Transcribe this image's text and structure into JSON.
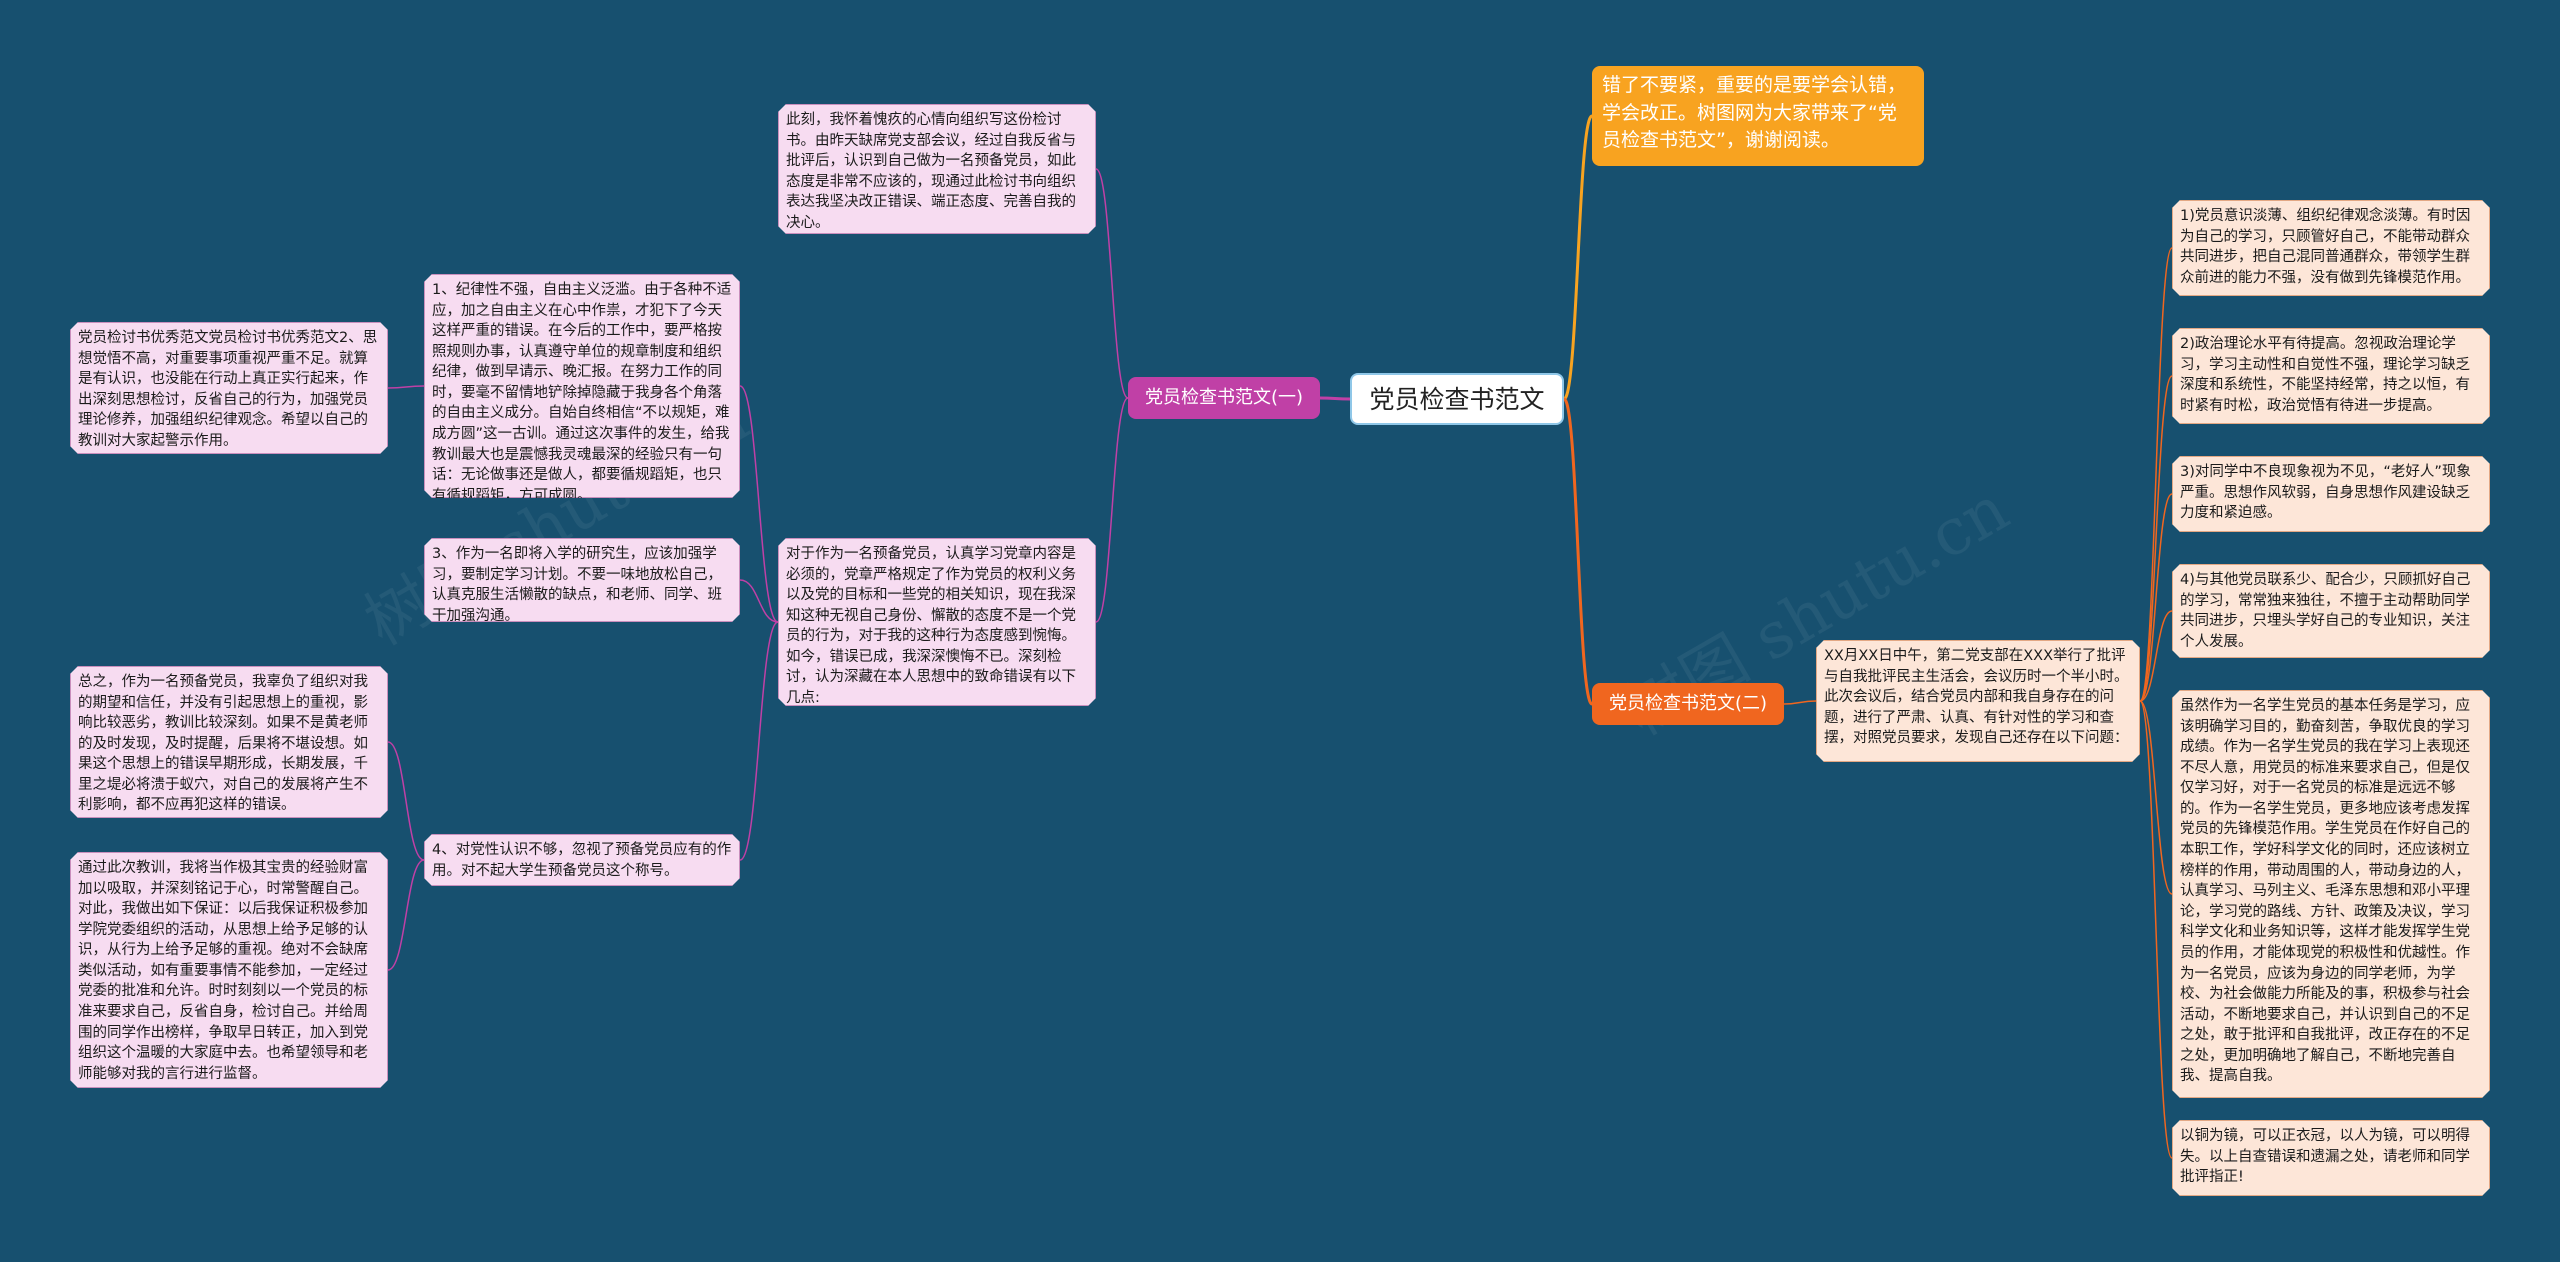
{
  "root": {
    "title": "党员检查书范文"
  },
  "intro": {
    "text": "错了不要紧，重要的是要学会认错，学会改正。树图网为大家带来了“党员检查书范文”，谢谢阅读。"
  },
  "branch1": {
    "title": "党员检查书范文(一)",
    "node_a": "此刻，我怀着愧疚的心情向组织写这份检讨书。由昨天缺席党支部会议，经过自我反省与批评后，认识到自己做为一名预备党员，如此态度是非常不应该的，现通过此检讨书向组织表达我坚决改正错误、端正态度、完善自我的决心。",
    "node_b": "对于作为一名预备党员，认真学习党章内容是必须的，党章严格规定了作为党员的权利义务以及党的目标和一些党的相关知识，现在我深知这种无视自己身份、懈散的态度不是一个党员的行为，对于我的这种行为态度感到惋悔。如今，错误已成，我深深懊悔不已。深刻检讨，认为深藏在本人思想中的致命错误有以下几点:",
    "point1": "1、纪律性不强，自由主义泛滥。由于各种不适应，加之自由主义在心中作祟，才犯下了今天这样严重的错误。在今后的工作中，要严格按照规则办事，认真遵守单位的规章制度和组织纪律，做到早请示、晚汇报。在努力工作的同时，要毫不留情地铲除掉隐藏于我身各个角落的自由主义成分。自始自终相信“不以规矩，难成方圆”这一古训。通过这次事件的发生，给我教训最大也是震憾我灵魂最深的经验只有一句话：无论做事还是做人，都要循规蹈矩，也只有循规蹈矩，方可成圆。",
    "point1_child": "党员检讨书优秀范文党员检讨书优秀范文2、思想觉悟不高，对重要事项重视严重不足。就算是有认识，也没能在行动上真正实行起来，作出深刻思想检讨，反省自己的行为，加强党员理论修养，加强组织纪律观念。希望以自己的教训对大家起警示作用。",
    "point3": "3、作为一名即将入学的研究生，应该加强学习，要制定学习计划。不要一味地放松自己，认真克服生活懒散的缺点，和老师、同学、班干加强沟通。",
    "point4": "4、对党性认识不够，忽视了预备党员应有的作用。对不起大学生预备党员这个称号。",
    "point4_child_a": "总之，作为一名预备党员，我辜负了组织对我的期望和信任，并没有引起思想上的重视，影响比较恶劣，教训比较深刻。如果不是黄老师的及时发现，及时提醒，后果将不堪设想。如果这个思想上的错误早期形成，长期发展，千里之堤必将溃于蚁穴，对自己的发展将产生不利影响，都不应再犯这样的错误。",
    "point4_child_b": "通过此次教训，我将当作极其宝贵的经验财富加以吸取，并深刻铭记于心，时常警醒自己。对此，我做出如下保证：以后我保证积极参加学院党委组织的活动，从思想上给予足够的认识，从行为上给予足够的重视。绝对不会缺席类似活动，如有重要事情不能参加，一定经过党委的批准和允许。时时刻刻以一个党员的标准来要求自己，反省自身，检讨自己。并给周围的同学作出榜样，争取早日转正，加入到党组织这个温暖的大家庭中去。也希望领导和老师能够对我的言行进行监督。"
  },
  "branch2": {
    "title": "党员检查书范文(二)",
    "meeting": "XX月XX日中午，第二党支部在XXX举行了批评与自我批评民主生活会，会议历时一个半小时。此次会议后，结合党员内部和我自身存在的问题，进行了严肃、认真、有针对性的学习和查摆，对照党员要求，发现自己还存在以下问题：",
    "issues": [
      "1)党员意识淡薄、组织纪律观念淡薄。有时因为自己的学习，只顾管好自己，不能带动群众共同进步，把自己混同普通群众，带领学生群众前进的能力不强，没有做到先锋模范作用。",
      "2)政治理论水平有待提高。忽视政治理论学习，学习主动性和自觉性不强，理论学习缺乏深度和系统性，不能坚持经常，持之以恒，有时紧有时松，政治觉悟有待进一步提高。",
      "3)对同学中不良现象视为不见，“老好人”现象严重。思想作风软弱，自身思想作风建设缺乏力度和紧迫感。",
      "4)与其他党员联系少、配合少，只顾抓好自己的学习，常常独来独往，不擅于主动帮助同学共同进步，只埋头学好自己的专业知识，关注个人发展。",
      "虽然作为一名学生党员的基本任务是学习，应该明确学习目的，勤奋刻苦，争取优良的学习成绩。作为一名学生党员的我在学习上表现还不尽人意，用党员的标准来要求自己，但是仅仅学习好，对于一名党员的标准是远远不够的。作为一名学生党员，更多地应该考虑发挥党员的先锋模范作用。学生党员在作好自己的本职工作，学好科学文化的同时，还应该树立榜样的作用，带动周围的人，带动身边的人，认真学习、马列主义、毛泽东思想和邓小平理论，学习党的路线、方针、政策及决议，学习科学文化和业务知识等，这样才能发挥学生党员的作用，才能体现党的积极性和优越性。作为一名党员，应该为身边的同学老师，为学校、为社会做能力所能及的事，积极参与社会活动，不断地要求自己，并认识到自己的不足之处，敢于批评和自我批评，改正存在的不足之处，更加明确地了解自己，不断地完善自我、提高自我。",
      "以铜为镜，可以正衣冠，以人为镜，可以明得失。以上自查错误和遗漏之处，请老师和同学批评指正!"
    ]
  },
  "watermarks": [
    "树图 shutu.cn",
    "树图 shutu.cn"
  ],
  "colors": {
    "background": "#17506f",
    "branch1": "#c040a6",
    "branch2": "#f0661f",
    "intro": "#f8a320",
    "pink_node": "#f7dcf1",
    "peach_node": "#fde6d8"
  }
}
